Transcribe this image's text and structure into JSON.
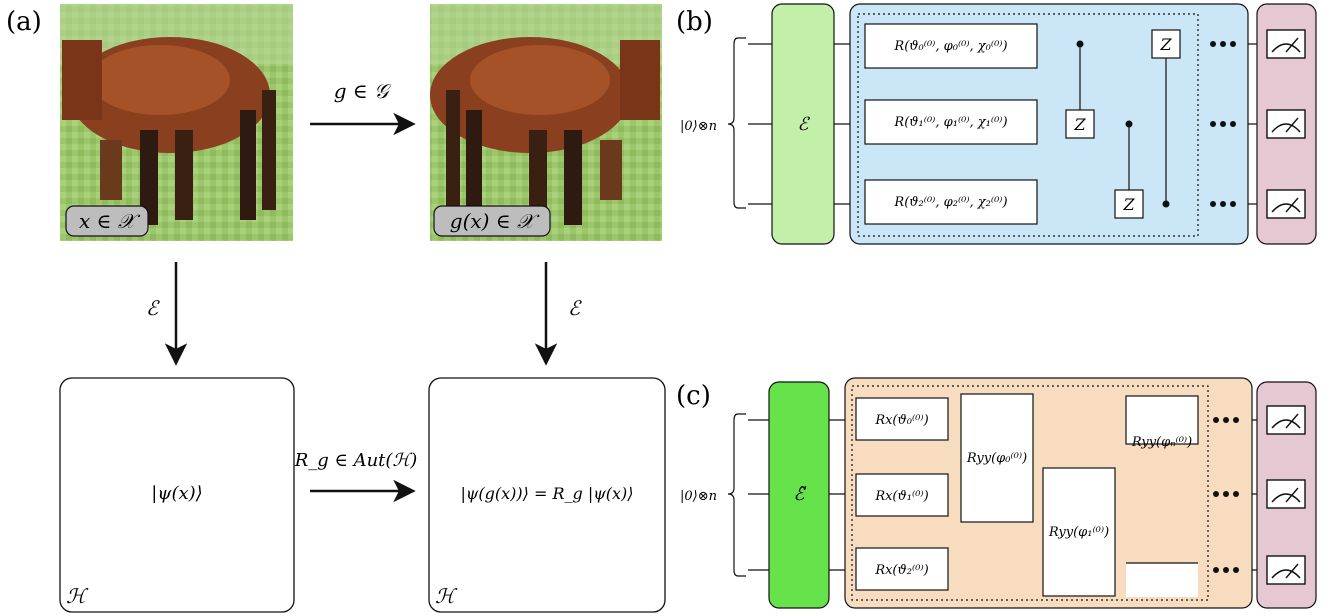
{
  "panel_labels": {
    "a": "(a)",
    "b": "(b)",
    "c": "(c)"
  },
  "panel_a": {
    "image_left_caption": "x ∈ 𝒳",
    "image_right_caption": "g(x) ∈ 𝒳",
    "arrow_top_label": "g ∈ 𝒢",
    "arrow_down_label_left": "ℰ",
    "arrow_down_label_right": "ℰ",
    "arrow_bottom_label": "R_g ∈ Aut(ℋ)",
    "state_left": "|ψ(x)⟩",
    "state_right": "|ψ(g(x))⟩ = R_g |ψ(x)⟩",
    "hilbert_left": "ℋ",
    "hilbert_right": "ℋ"
  },
  "panel_b": {
    "input_state": "|0⟩⊗n",
    "encoder_label": "ℰ",
    "rotations": [
      "R(ϑ₀⁽⁰⁾, φ₀⁽⁰⁾, χ₀⁽⁰⁾)",
      "R(ϑ₁⁽⁰⁾, φ₁⁽⁰⁾, χ₁⁽⁰⁾)",
      "R(ϑ₂⁽⁰⁾, φ₂⁽⁰⁾, χ₂⁽⁰⁾)"
    ],
    "z_gate": "Z",
    "colors": {
      "encoder": "#c2f0a8",
      "ansatz": "#cbe6f7",
      "measure": "#e6c8d3"
    }
  },
  "panel_c": {
    "input_state": "|0⟩⊗n",
    "encoder_label": "ℰ̃",
    "rx_gates": [
      "Rx(ϑ₀⁽⁰⁾)",
      "Rx(ϑ₁⁽⁰⁾)",
      "Rx(ϑ₂⁽⁰⁾)"
    ],
    "ryy_gates": [
      "Ryy(φ₀⁽⁰⁾)",
      "Ryy(φ₁⁽⁰⁾)",
      "Ryy(φₙ⁽⁰⁾)"
    ],
    "colors": {
      "encoder": "#66e34a",
      "ansatz": "#f7dcbf",
      "measure": "#e6c8d3"
    }
  }
}
